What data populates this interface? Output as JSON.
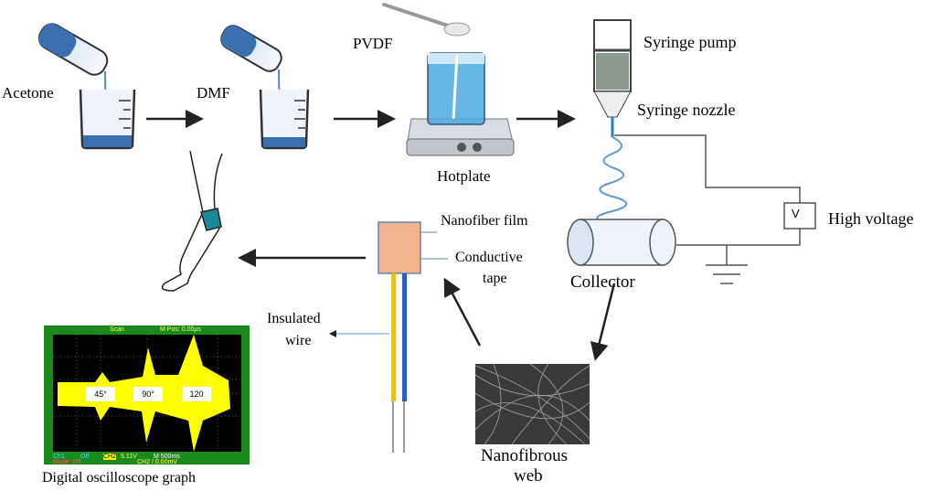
{
  "labels": {
    "acetone": "Acetone",
    "dmf": "DMF",
    "pvdf": "PVDF",
    "hotplate": "Hotplate",
    "syringe_pump": "Syringe pump",
    "syringe_nozzle": "Syringe nozzle",
    "high_voltage": "High voltage",
    "voltmeter": "V",
    "collector": "Collector",
    "nanofiber_film": "Nanofiber film",
    "conductive_tape_1": "Conductive",
    "conductive_tape_2": "tape",
    "insulated_wire_1": "Insulated",
    "insulated_wire_2": "wire",
    "nanofibrous_web_1": "Nanofibrous",
    "nanofibrous_web_2": "web",
    "oscilloscope_caption": "Digital oscilloscope graph"
  },
  "oscilloscope": {
    "top_mode": "Scan",
    "m_pos": "M Pos: 0.00µs",
    "angles": [
      "45°",
      "90°",
      "120"
    ],
    "ch1": "Ch1",
    "ch1_state": "Off",
    "ch2": "CH2",
    "ch2_value": "5.11V",
    "timebase": "M 500ms",
    "trigger": "CH2  /  0.00mV",
    "mode": "Mode: Off",
    "screen_color": "#000000",
    "frame_color": "#1a8a1a",
    "signal_color": "#ffff00"
  },
  "colors": {
    "liquid": "#3a6fb0",
    "knee_band": "#1b8a96",
    "film": "#f2b48e",
    "wire_yellow": "#e8c020",
    "wire_blue": "#2a5fc0"
  }
}
